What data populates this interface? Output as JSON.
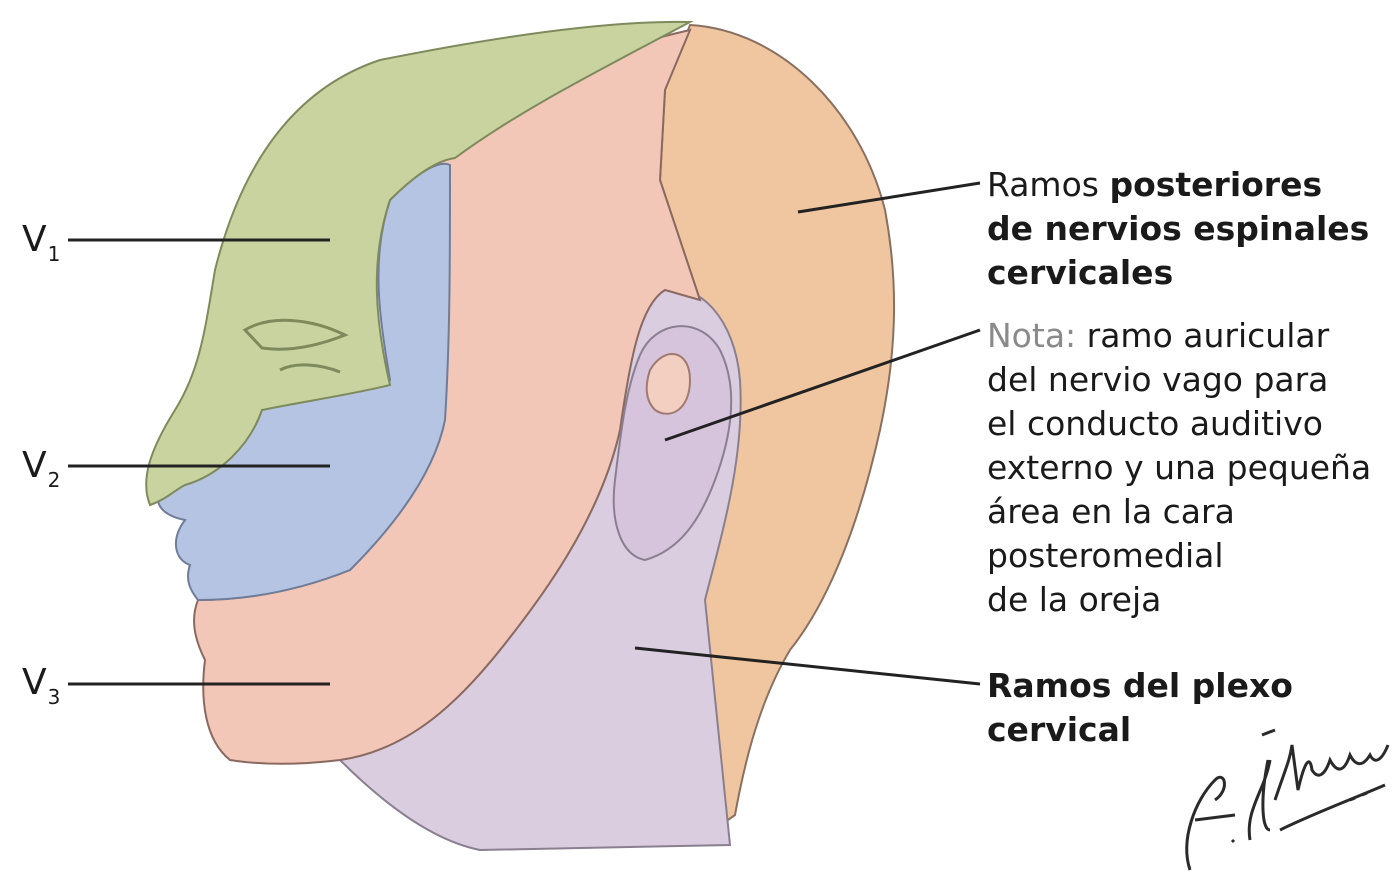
{
  "colors": {
    "v1": "#c9d3a0",
    "v2": "#b5c4e2",
    "v3": "#f2c7b8",
    "cervical_plexus": "#dbcde0",
    "posterior": "#f0c6a0",
    "outline": "#6b6b6b",
    "leader": "#222222"
  },
  "labels": {
    "v1": {
      "letter": "V",
      "sub": "1"
    },
    "v2": {
      "letter": "V",
      "sub": "2"
    },
    "v3": {
      "letter": "V",
      "sub": "3"
    }
  },
  "posterior_text": {
    "prefix": "Ramos ",
    "bold1": "posteriores",
    "line2": "de nervios espinales",
    "line3": "cervicales"
  },
  "note_text": {
    "prefix": "Nota:",
    "line1_rest": " ramo auricular",
    "line2": "del nervio vago para",
    "line3": "el conducto auditivo",
    "line4": "externo y una pequeña",
    "line5": "área en la cara",
    "line6": "posteromedial",
    "line7": "de la oreja"
  },
  "plexus_text": {
    "line1": "Ramos del plexo",
    "line2": "cervical"
  },
  "signature": "F. Netter M.D."
}
